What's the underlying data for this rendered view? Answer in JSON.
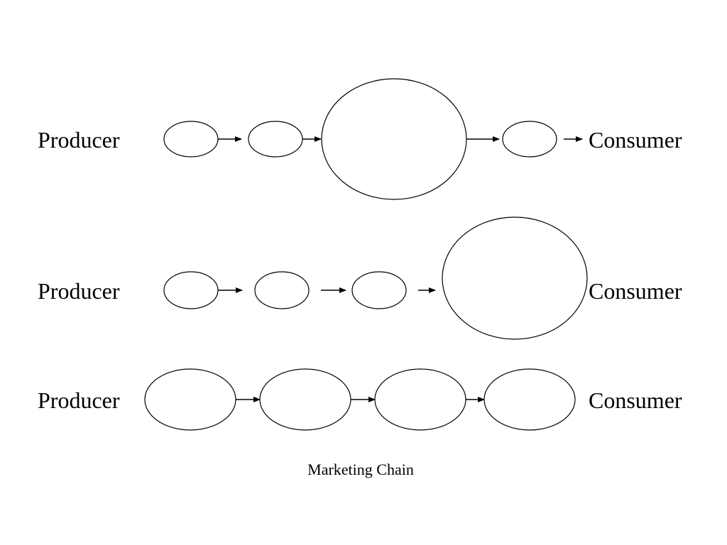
{
  "rows": [
    {
      "start_label": "Producer",
      "end_label": "Consumer"
    },
    {
      "start_label": "Producer",
      "end_label": "Consumer"
    },
    {
      "start_label": "Producer",
      "end_label": "Consumer"
    }
  ],
  "caption": "Marketing Chain",
  "colors": {
    "stroke": "#000000",
    "background": "#ffffff"
  }
}
